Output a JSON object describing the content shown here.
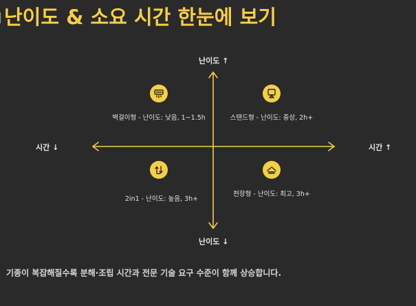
{
  "title": "난이도 & 소요 시간 한눈에 보기",
  "axes": {
    "top": "난이도 ↑",
    "bottom": "난이도 ↓",
    "left": "시간 ↓",
    "right": "시간 ↑"
  },
  "quadrants": {
    "top_left": {
      "icon": "wall-mounted-tv-icon",
      "label": "벽걸이형 - 난이도: 낮음, 1~1.5h"
    },
    "top_right": {
      "icon": "stand-display-icon",
      "label": "스탠드형 - 난이도: 중상, 2h+"
    },
    "bottom_left": {
      "icon": "two-in-one-arrows-icon",
      "label": "2in1 - 난이도: 높음, 3h+"
    },
    "bottom_right": {
      "icon": "ceiling-cassette-icon",
      "label": "천장형 - 난이도: 최고, 3h+"
    }
  },
  "caption": "기종이 복잡해질수록 분해·조립 시간과 전문 기술 요구 수준이 함께 상승합니다.",
  "colors": {
    "accent": "#f5cf45",
    "background": "#2a2a2a",
    "text": "#e8e8e8"
  }
}
